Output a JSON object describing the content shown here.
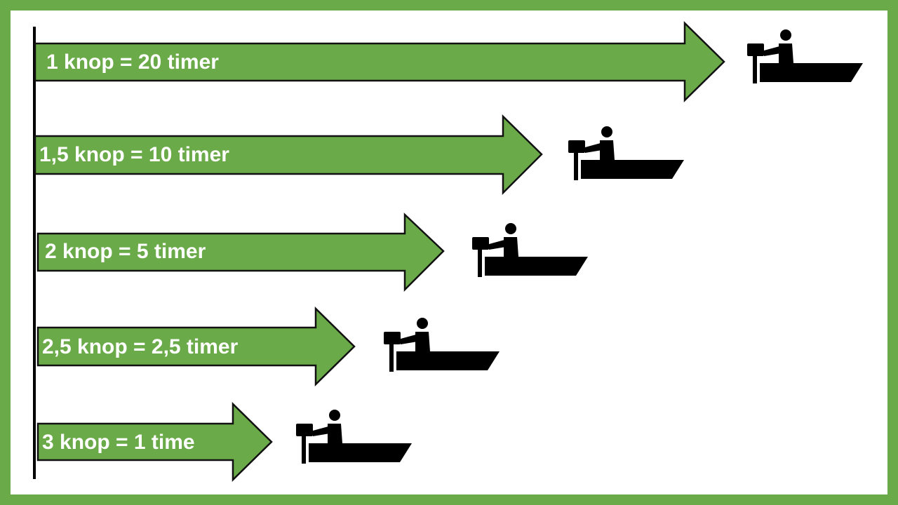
{
  "colors": {
    "frame": "#6aaa48",
    "arrow_fill": "#6aaa48",
    "arrow_stroke": "#111111",
    "boat": "#000000",
    "label": "#ffffff",
    "baseline": "#000000"
  },
  "icon": "boat-with-outboard-motor-icon",
  "rows": [
    {
      "label": "1 knop = 20 timer",
      "speed_knots": 1,
      "time_hours": 20
    },
    {
      "label": "1,5 knop = 10 timer",
      "speed_knots": 1.5,
      "time_hours": 10
    },
    {
      "label": "2 knop = 5 timer",
      "speed_knots": 2,
      "time_hours": 5
    },
    {
      "label": "2,5 knop = 2,5 timer",
      "speed_knots": 2.5,
      "time_hours": 2.5
    },
    {
      "label": "3 knop = 1 time",
      "speed_knots": 3,
      "time_hours": 1
    }
  ]
}
